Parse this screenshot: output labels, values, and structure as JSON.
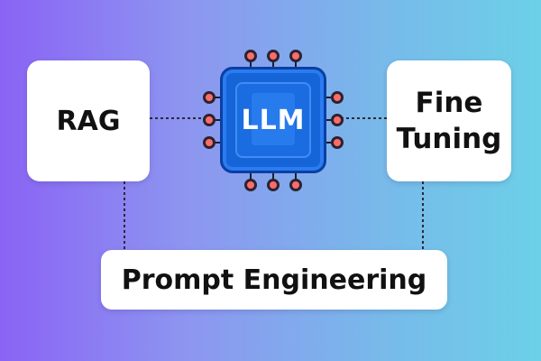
{
  "nodes": {
    "rag": "RAG",
    "llm": "LLM",
    "fine_tuning": [
      "Fine",
      "Tuning"
    ],
    "prompt_engineering": "Prompt Engineering"
  },
  "colors": {
    "background_left": "#8a63f5",
    "background_right": "#6cd0e8",
    "chip": "#1565d8",
    "pin_dot": "#ff6b6b",
    "pin_ring": "#2a2430",
    "card": "#ffffff",
    "connector": "#2a2a35"
  },
  "icons": {
    "chip": "cpu-chip-icon"
  }
}
